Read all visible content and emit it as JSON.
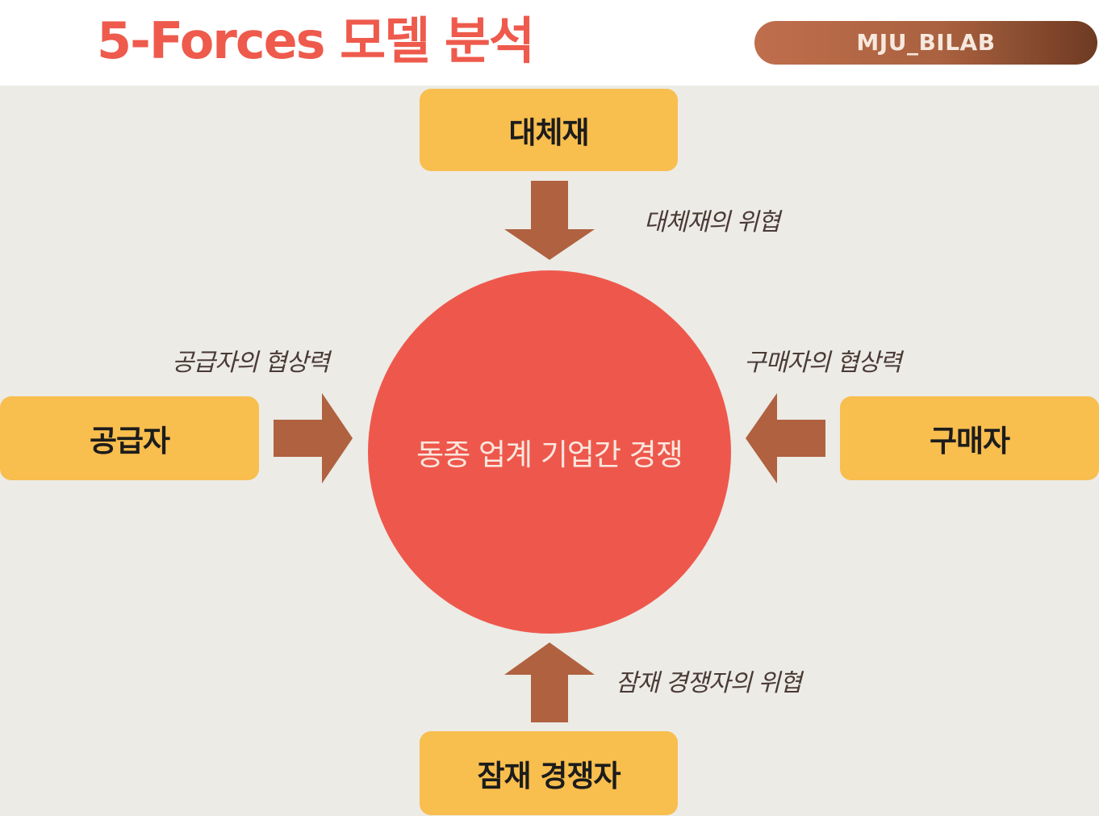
{
  "header": {
    "title": "5-Forces 모델 분석",
    "badge": "MJU_BILAB"
  },
  "diagram": {
    "center": "동종 업계 기업간 경쟁",
    "nodes": {
      "top": "대체재",
      "left": "공급자",
      "right": "구매자",
      "bottom": "잠재 경쟁자"
    },
    "forces": {
      "top": "대체재의 위협",
      "left": "공급자의 협상력",
      "right": "구매자의 협상력",
      "bottom": "잠재 경쟁자의 위협"
    }
  },
  "colors": {
    "title": "#EE5A4C",
    "circle": "#EE584C",
    "box": "#F8BE4E",
    "arrow": "#B0613F",
    "panel": "#ECEBE6"
  }
}
